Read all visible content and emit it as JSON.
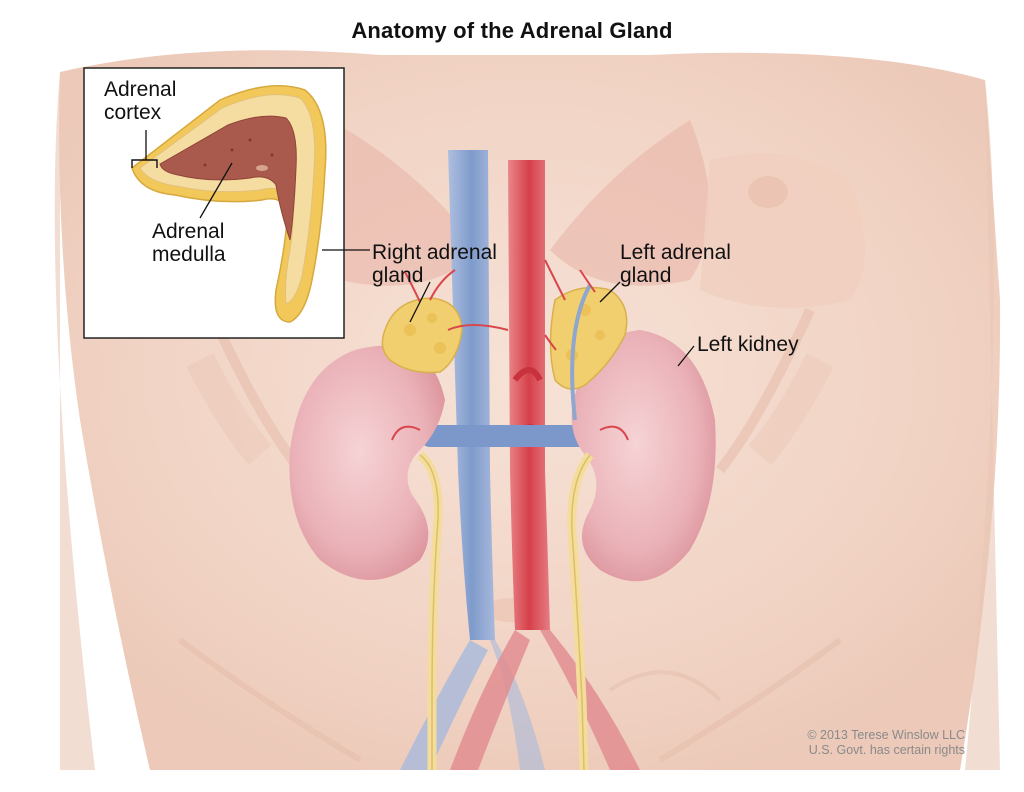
{
  "title": "Anatomy of the Adrenal Gland",
  "labels": {
    "adrenal_cortex": "Adrenal\ncortex",
    "adrenal_medulla": "Adrenal\nmedulla",
    "right_adrenal_gland": "Right adrenal\ngland",
    "left_adrenal_gland": "Left adrenal\ngland",
    "left_kidney": "Left kidney"
  },
  "credit": {
    "line1": "© 2013 Terese Winslow LLC",
    "line2": "U.S. Govt. has certain rights"
  },
  "colors": {
    "skin": "#f4ddd0",
    "kidney": "#eab0b6",
    "adrenal": "#f2cf6e",
    "artery": "#d9474c",
    "vein": "#7c97c9",
    "ureter": "#f4dc9a",
    "medulla": "#a95a4c"
  }
}
